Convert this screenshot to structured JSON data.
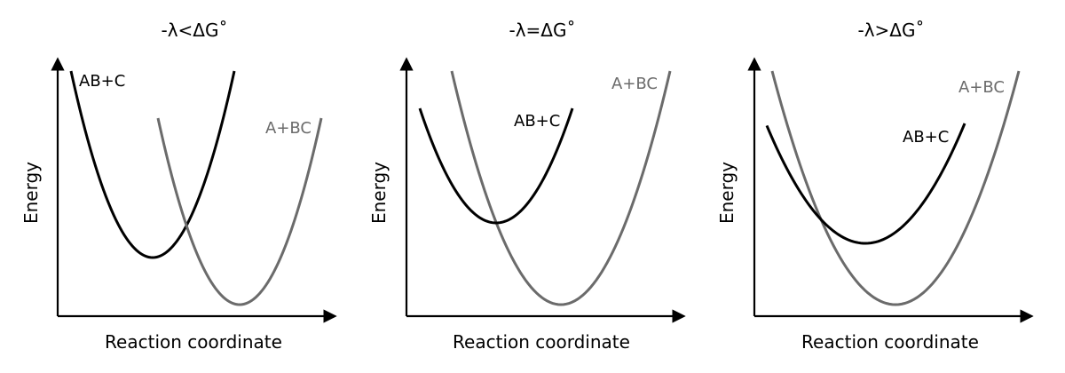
{
  "colors": {
    "reactant_curve": "#000000",
    "product_curve": "#6b6b6b",
    "axis": "#000000"
  },
  "panels": [
    {
      "title": "-λ<ΔG˚",
      "xlabel": "Reaction coordinate",
      "ylabel": "Energy",
      "reactant_label": "AB+C",
      "product_label": "A+BC"
    },
    {
      "title": "-λ=ΔG˚",
      "xlabel": "Reaction coordinate",
      "ylabel": "Energy",
      "reactant_label": "AB+C",
      "product_label": "A+BC"
    },
    {
      "title": "-λ>ΔG˚",
      "xlabel": "Reaction coordinate",
      "ylabel": "Energy",
      "reactant_label": "AB+C",
      "product_label": "A+BC"
    }
  ]
}
